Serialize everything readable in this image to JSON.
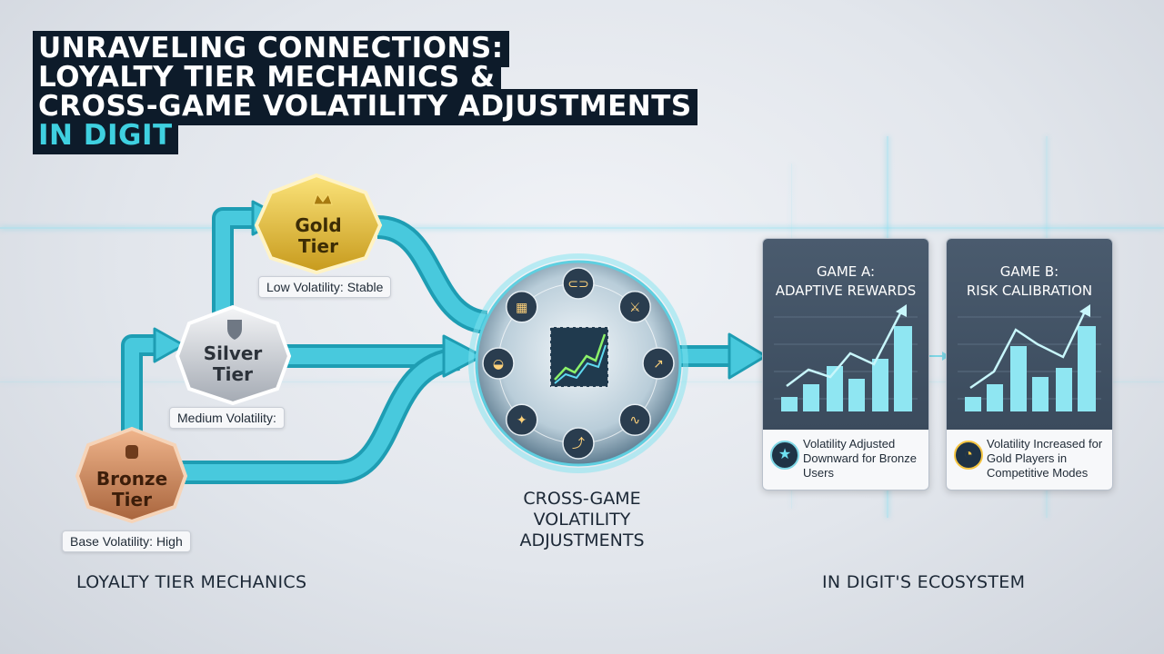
{
  "title": {
    "line1": "UNRAVELING CONNECTIONS:",
    "line2": "LOYALTY TIER MECHANICS &",
    "line3": "CROSS-GAME VOLATILITY ADJUSTMENTS",
    "line4": "IN DIGIT"
  },
  "tiers": [
    {
      "name": "Gold",
      "word": "Tier",
      "icon": "crown-icon",
      "note": "Low Volatility: Stable",
      "color": "#e0b12a"
    },
    {
      "name": "Silver",
      "word": "Tier",
      "icon": "shield-icon",
      "note": "Medium Volatility:",
      "color": "#b9bec6"
    },
    {
      "name": "Bronze",
      "word": "Tier",
      "icon": "helmet-icon",
      "note": "Base Volatility: High",
      "color": "#c9875a"
    }
  ],
  "left_caption": "LOYALTY TIER MECHANICS",
  "hub": {
    "caption_line1": "CROSS-GAME",
    "caption_line2": "VOLATILITY",
    "caption_line3": "ADJUSTMENTS",
    "game_icons": [
      "car-icon",
      "sword-icon",
      "chart-icon",
      "pulse-icon",
      "trend-icon",
      "crystal-icon",
      "racecar-icon",
      "cards-icon"
    ]
  },
  "games": [
    {
      "title_line1": "GAME A:",
      "title_line2": "ADAPTIVE REWARDS",
      "note": "Volatility Adjusted Downward for Bronze Users",
      "icon": "star-icon"
    },
    {
      "title_line1": "GAME B:",
      "title_line2": "RISK CALIBRATION",
      "note": "Volatility Increased for Gold Players in Competitive Modes",
      "icon": "gauge-icon"
    }
  ],
  "right_caption": "IN DIGIT'S ECOSYSTEM",
  "colors": {
    "flow": "#2fb8cf",
    "flow_light": "#7ee0ee",
    "title_bg": "#0d1b2a",
    "accent": "#3fd0e0"
  }
}
